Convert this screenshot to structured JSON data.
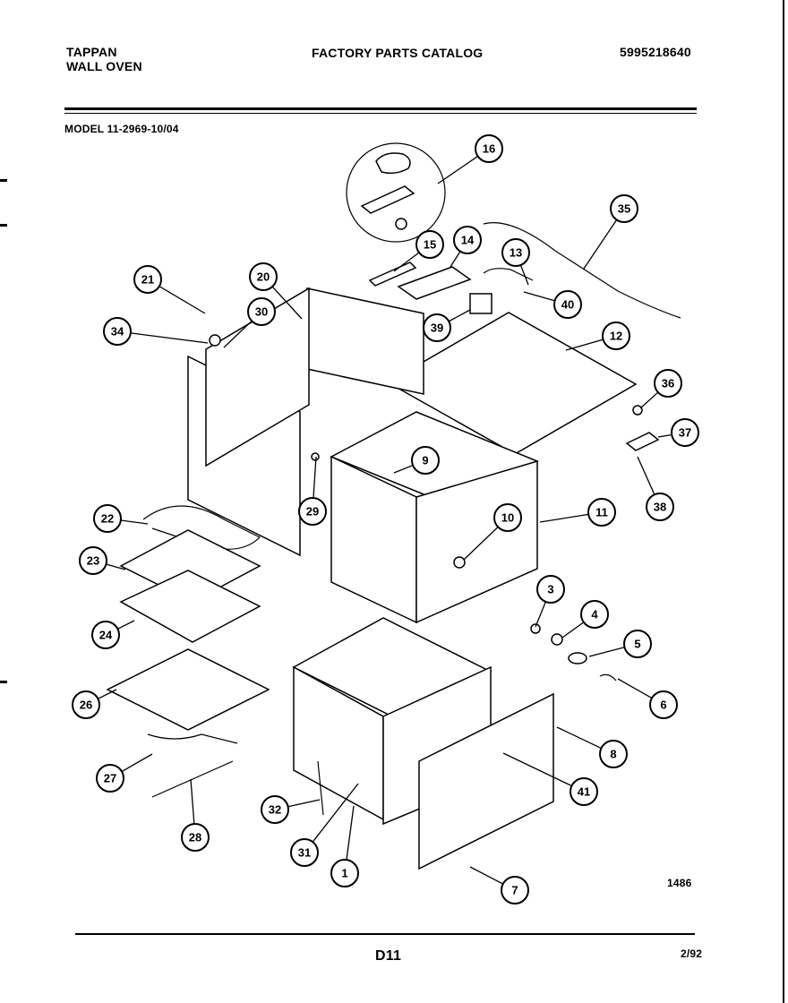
{
  "header": {
    "brand_line1": "TAPPAN",
    "brand_line2": "WALL OVEN",
    "catalog_title": "FACTORY PARTS CATALOG",
    "part_number": "5995218640",
    "model": "MODEL 11-2969-10/04"
  },
  "footer": {
    "sheet": "D11",
    "date": "2/92",
    "drawing_code": "1486"
  },
  "callouts": [
    {
      "label": "1"
    },
    {
      "label": "3"
    },
    {
      "label": "4"
    },
    {
      "label": "5"
    },
    {
      "label": "6"
    },
    {
      "label": "7"
    },
    {
      "label": "8"
    },
    {
      "label": "9"
    },
    {
      "label": "10"
    },
    {
      "label": "11"
    },
    {
      "label": "12"
    },
    {
      "label": "13"
    },
    {
      "label": "14"
    },
    {
      "label": "15"
    },
    {
      "label": "16"
    },
    {
      "label": "20"
    },
    {
      "label": "21"
    },
    {
      "label": "22"
    },
    {
      "label": "23"
    },
    {
      "label": "24"
    },
    {
      "label": "26"
    },
    {
      "label": "27"
    },
    {
      "label": "28"
    },
    {
      "label": "29"
    },
    {
      "label": "30"
    },
    {
      "label": "31"
    },
    {
      "label": "32"
    },
    {
      "label": "34"
    },
    {
      "label": "35"
    },
    {
      "label": "36"
    },
    {
      "label": "37"
    },
    {
      "label": "38"
    },
    {
      "label": "39"
    },
    {
      "label": "40"
    },
    {
      "label": "41"
    }
  ]
}
